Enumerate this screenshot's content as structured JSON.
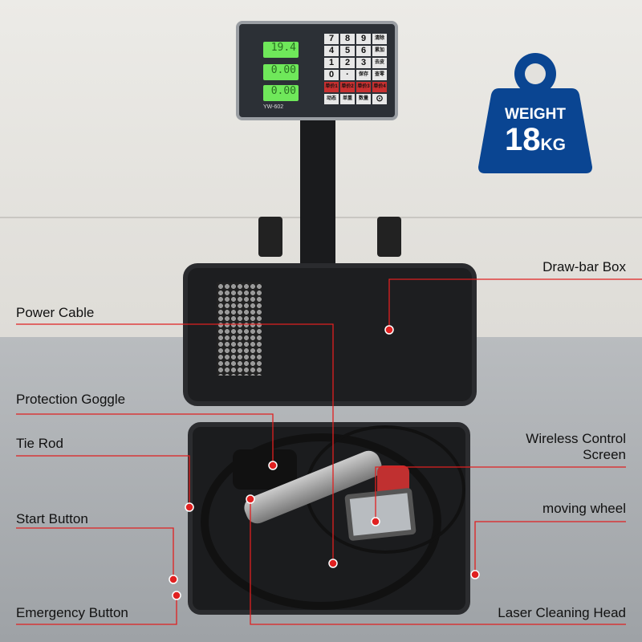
{
  "badge": {
    "icon": "weight-icon",
    "title": "WEIGHT",
    "value": "18",
    "unit": "KG",
    "color": "#0a4592"
  },
  "scale": {
    "model": "YW-602",
    "readings": [
      "19.4",
      "0.00",
      "0.00"
    ],
    "keys": [
      "7",
      "8",
      "9",
      "清除",
      "4",
      "5",
      "6",
      "累加",
      "1",
      "2",
      "3",
      "去皮",
      "0",
      "·",
      "保存",
      "查零",
      "单价1",
      "单价2",
      "单价3",
      "单价4",
      "动态",
      "单重",
      "数量",
      "⊙"
    ]
  },
  "labels": {
    "draw_bar_box": "Draw-bar Box",
    "power_cable": "Power Cable",
    "protection_goggle": "Protection Goggle",
    "tie_rod": "Tie Rod",
    "start_button": "Start Button",
    "emergency_button": "Emergency Button",
    "wireless_line1": "Wireless Control",
    "wireless_line2": "Screen",
    "moving_wheel": "moving wheel",
    "laser_head": "Laser Cleaning Head"
  },
  "leader_color": "#e02020"
}
